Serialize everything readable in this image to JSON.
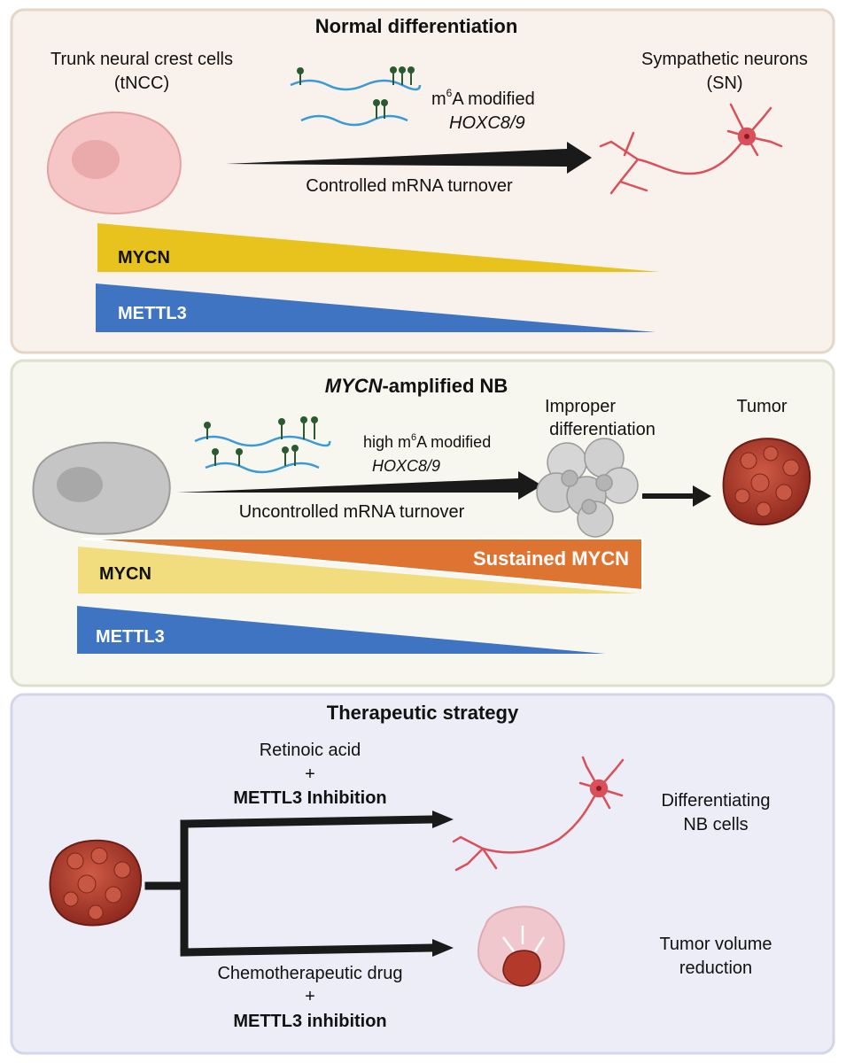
{
  "panels": {
    "normal": {
      "title": "Normal differentiation",
      "source_label_line1": "Trunk neural crest cells",
      "source_label_line2": "(tNCC)",
      "target_label_line1": "Sympathetic neurons",
      "target_label_line2": "(SN)",
      "m6a_prefix": "m",
      "m6a_sup": "6",
      "m6a_suffix": "A modified",
      "genes": "HOXC8/9",
      "arrow_label": "Controlled mRNA turnover",
      "wedge_mycn": "MYCN",
      "wedge_mettl3": "METTL3"
    },
    "mycn_nb": {
      "title_italic": "MYCN",
      "title_rest": "-amplified NB",
      "m6a_prefix": "high m",
      "m6a_sup": "6",
      "m6a_suffix": "A modified",
      "genes": "HOXC8/9",
      "arrow_label": "Uncontrolled mRNA turnover",
      "improper_line1": "Improper",
      "improper_line2": "differentiation",
      "tumor_label": "Tumor",
      "wedge_mycn": "MYCN",
      "wedge_sustained": "Sustained MYCN",
      "wedge_mettl3": "METTL3"
    },
    "therapy": {
      "title": "Therapeutic strategy",
      "upper_line1": "Retinoic acid",
      "upper_plus": "+",
      "upper_line3": "METTL3 Inhibition",
      "upper_result_line1": "Differentiating",
      "upper_result_line2": "NB cells",
      "lower_line1": "Chemotherapeutic drug",
      "lower_plus": "+",
      "lower_line3": "METTL3 inhibition",
      "lower_result_line1": "Tumor volume",
      "lower_result_line2": "reduction"
    }
  },
  "colors": {
    "panel1_bg": "#f8f1ec",
    "panel1_border": "#e5d6c8",
    "panel2_bg": "#f7f7ef",
    "panel2_border": "#dcdfcc",
    "panel3_bg": "#ecedf7",
    "panel3_border": "#d3d6ea",
    "mycn_yellow": "#e8c21d",
    "mycn_pale": "#f1dd7e",
    "sustained_orange": "#de7432",
    "mettl3_blue": "#3f74c2",
    "rna_blue": "#3a9ad6",
    "m6a_green": "#2c5a30",
    "neuron_red": "#d9505a",
    "tumor_red": "#b03a2c"
  }
}
